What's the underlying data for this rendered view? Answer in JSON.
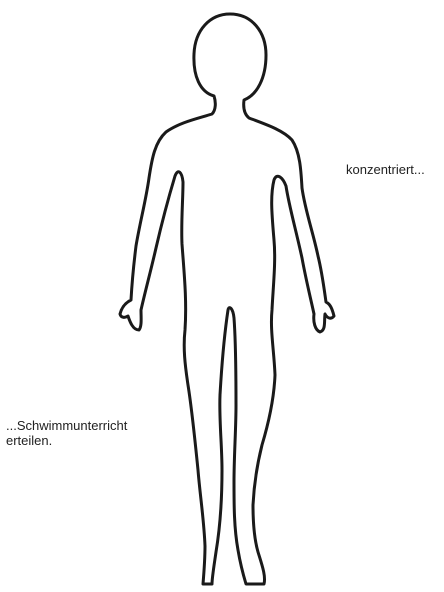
{
  "annotations": {
    "top_right": "konzentriert...",
    "bottom_left_line1": "...Schwimmunterricht",
    "bottom_left_line2": "erteilen."
  },
  "colors": {
    "background": "#ffffff",
    "outline": "#1a1a1a",
    "text": "#222222"
  }
}
